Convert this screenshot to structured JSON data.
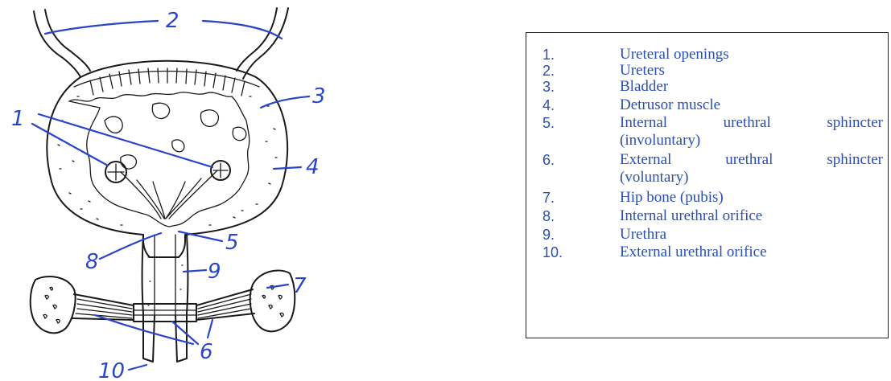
{
  "diagram": {
    "callouts": [
      {
        "id": "1",
        "text": "1"
      },
      {
        "id": "2",
        "text": "2"
      },
      {
        "id": "3",
        "text": "3"
      },
      {
        "id": "4",
        "text": "4"
      },
      {
        "id": "5",
        "text": "5"
      },
      {
        "id": "6",
        "text": "6"
      },
      {
        "id": "7",
        "text": "7"
      },
      {
        "id": "8",
        "text": "8"
      },
      {
        "id": "9",
        "text": "9"
      },
      {
        "id": "10",
        "text": "10"
      }
    ],
    "colors": {
      "ink": "#1a1a1a",
      "labels": "#2a46c8",
      "legend_text": "#2a4fb0"
    }
  },
  "legend": {
    "items": [
      {
        "num": "1.",
        "line1": "Ureteral openings"
      },
      {
        "num": "2.",
        "line1": "Ureters"
      },
      {
        "num": "3.",
        "line1": "Bladder"
      },
      {
        "num": "4.",
        "line1": "Detrusor muscle"
      },
      {
        "num": "5.",
        "line1": "Internal        urethral        sphincter",
        "line2": "(involuntary)"
      },
      {
        "num": "6.",
        "line1": "External        urethral        sphincter",
        "line2": "(voluntary)"
      },
      {
        "num": "7.",
        "line1": "Hip bone (pubis)"
      },
      {
        "num": "8.",
        "line1": "Internal urethral orifice"
      },
      {
        "num": "9.",
        "line1": "Urethra"
      },
      {
        "num": "10.",
        "line1": "External urethral orifice"
      }
    ]
  }
}
